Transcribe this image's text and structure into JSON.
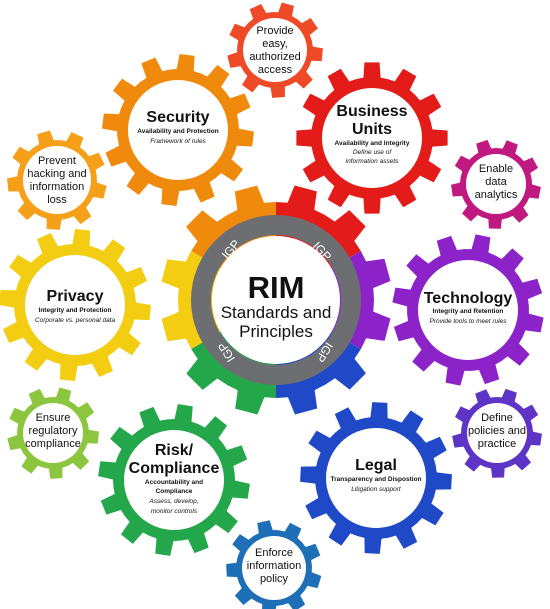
{
  "center": {
    "title": "RIM",
    "line1": "Standards and",
    "line2": "Principles",
    "ring_label": "IGP"
  },
  "gears": [
    {
      "id": "security",
      "title": "Security",
      "subtitle": "Availability and Protection",
      "desc1": "Framework of rules",
      "desc2": "",
      "color": "#f08a0c"
    },
    {
      "id": "business-units",
      "title1": "Business",
      "title2": "Units",
      "subtitle": "Availability and Integrity",
      "desc1": "Define use of",
      "desc2": "information assets",
      "color": "#e41c19"
    },
    {
      "id": "technology",
      "title": "Technology",
      "subtitle": "Integrity and Retention",
      "desc1": "Provide tools to meet rules",
      "desc2": "",
      "color": "#8b23c9"
    },
    {
      "id": "legal",
      "title": "Legal",
      "subtitle": "Transparency and Dispostion",
      "desc1": "Litigation support",
      "desc2": "",
      "color": "#1f49c7"
    },
    {
      "id": "risk-compliance",
      "title1": "Risk/",
      "title2": "Compliance",
      "subtitle1": "Accountability and",
      "subtitle2": "Compliance",
      "desc1": "Assess, develop,",
      "desc2": "monitor controls",
      "color": "#24a64a"
    },
    {
      "id": "privacy",
      "title": "Privacy",
      "subtitle": "Integrity and Protection",
      "desc1": "Corporate vs. personal data",
      "desc2": "",
      "color": "#f2cd12"
    }
  ],
  "small_gears": [
    {
      "id": "access",
      "lines": [
        "Provide",
        "easy,",
        "authorized",
        "access"
      ],
      "color": "#ef4a28"
    },
    {
      "id": "analytics",
      "lines": [
        "Enable",
        "data",
        "analytics"
      ],
      "color": "#c0197f"
    },
    {
      "id": "policies",
      "lines": [
        "Define",
        "policies and",
        "practice"
      ],
      "color": "#5d34c5"
    },
    {
      "id": "policy",
      "lines": [
        "Enforce",
        "information",
        "policy"
      ],
      "color": "#1e6fb6"
    },
    {
      "id": "regulatory",
      "lines": [
        "Ensure",
        "regulatory",
        "compliance"
      ],
      "color": "#8cc63f"
    },
    {
      "id": "hacking",
      "lines": [
        "Prevent",
        "hacking and",
        "information",
        "loss"
      ],
      "color": "#f6a019"
    }
  ],
  "colors": {
    "ring": "#6d6e71",
    "center_fill": "#ffffff"
  }
}
